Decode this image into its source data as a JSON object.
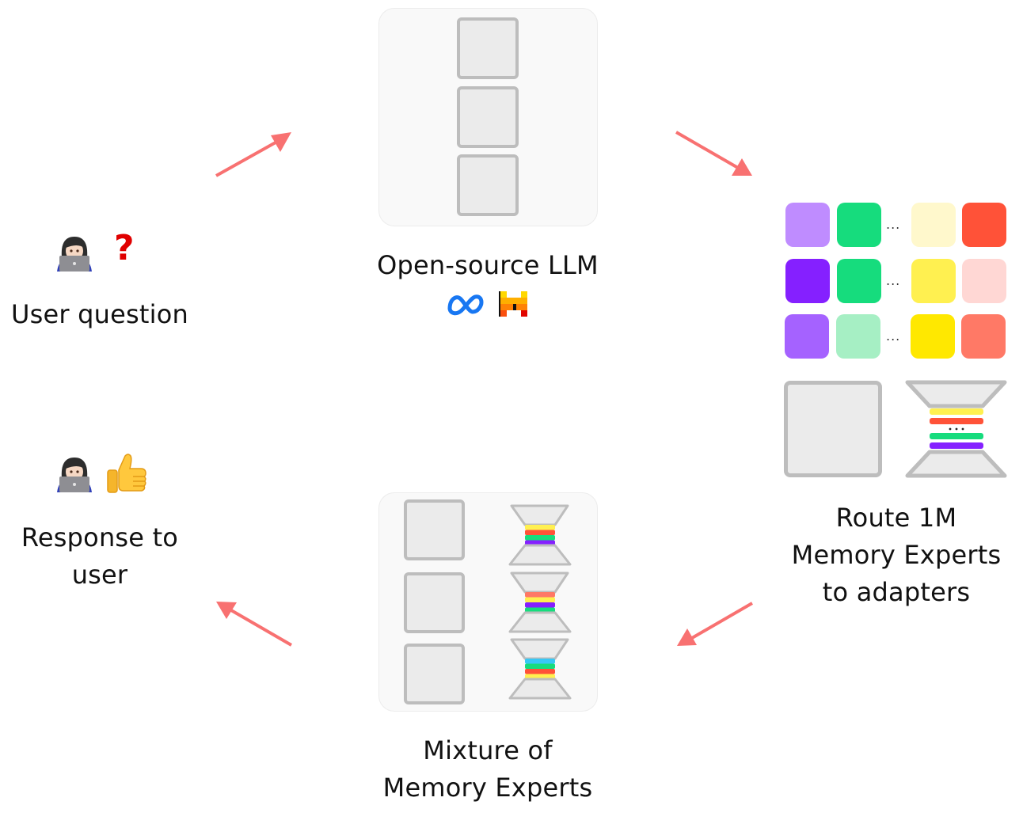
{
  "nodes": {
    "user_question": {
      "label": "User question",
      "icons": [
        "technologist-emoji",
        "red-question-mark"
      ],
      "question_glyph": "?"
    },
    "open_source_llm": {
      "label": "Open-source LLM",
      "logos": [
        "meta-logo",
        "mistral-logo"
      ]
    },
    "route_experts": {
      "label_lines": [
        "Route 1M",
        "Memory Experts",
        "to adapters"
      ],
      "ellipsis": "..."
    },
    "mixture_experts": {
      "label_lines": [
        "Mixture of",
        "Memory Experts"
      ]
    },
    "response": {
      "label_lines": [
        "Response to",
        "user"
      ],
      "icons": [
        "technologist-emoji",
        "thumbs-up-emoji"
      ]
    }
  },
  "colors": {
    "arrow": "#f87171",
    "expert_grid": [
      [
        "#bf8cff",
        "#16dc7d",
        "#fff8cc",
        "#ff5238"
      ],
      [
        "#8520ff",
        "#16dc7d",
        "#fff050",
        "#ffd7d4"
      ],
      [
        "#a562ff",
        "#a6efc4",
        "#ffe800",
        "#ff7966"
      ]
    ],
    "adapter_bands": [
      "#fff050",
      "#ff5238",
      "#16dc7d",
      "#8520ff"
    ],
    "mixture_bands": [
      [
        "#fff050",
        "#ff5238",
        "#16dc7d",
        "#8520ff"
      ],
      [
        "#ff7966",
        "#fff050",
        "#8520ff",
        "#16dc7d"
      ],
      [
        "#38c8f5",
        "#16dc7d",
        "#ff5238",
        "#fff050"
      ]
    ]
  },
  "flow": [
    "user_question",
    "open_source_llm",
    "route_experts",
    "mixture_experts",
    "response"
  ]
}
